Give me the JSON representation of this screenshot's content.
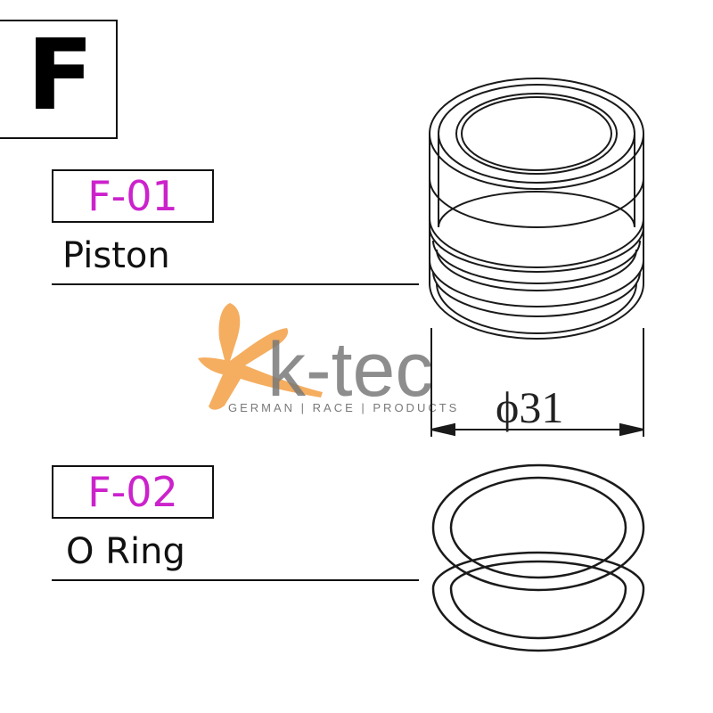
{
  "section": {
    "letter": "F"
  },
  "parts": [
    {
      "code": "F-01",
      "name": "Piston"
    },
    {
      "code": "F-02",
      "name": "O Ring"
    }
  ],
  "dimension": {
    "label": "ϕ31"
  },
  "watermark": {
    "brand": "k-tec",
    "tagline": "GERMAN | RACE | PRODUCTS"
  },
  "colors": {
    "code": "#cc22cc",
    "logo_orange": "#f4a54f",
    "logo_gray": "#6b6b6b",
    "line": "#111111"
  }
}
